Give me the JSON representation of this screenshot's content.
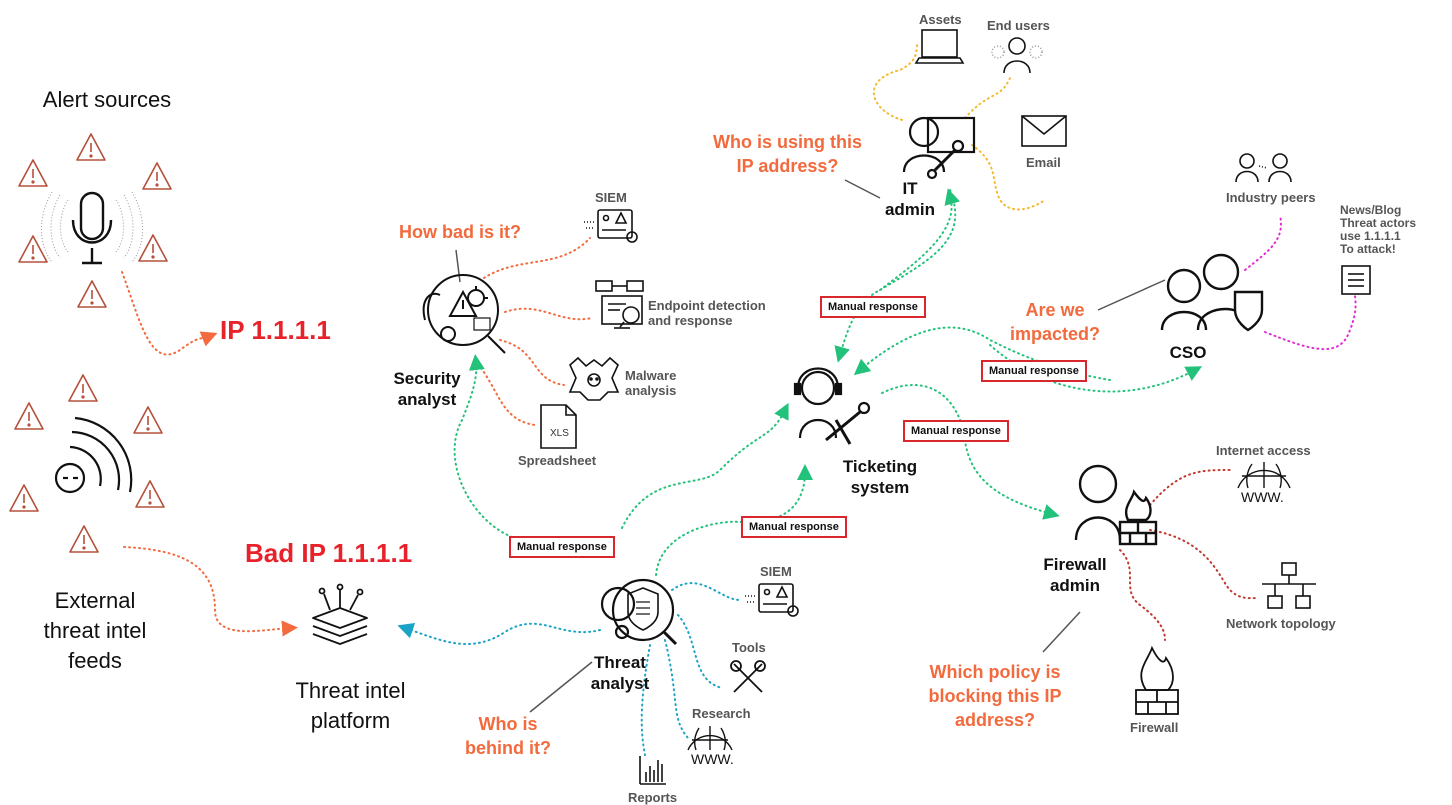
{
  "alert_sources": "Alert sources",
  "external_feeds": "External\nthreat intel\nfeeds",
  "ip_label": "IP 1.1.1.1",
  "bad_ip_label": "Bad IP 1.1.1.1",
  "tip_label": "Threat intel\nplatform",
  "security_analyst": "Security\nanalyst",
  "how_bad": "How bad is it?",
  "siem_top": "SIEM",
  "edr": "Endpoint detection\nand response",
  "malware": "Malware\nanalysis",
  "spreadsheet": "Spreadsheet",
  "xls": "XLS",
  "it_admin": "IT\nadmin",
  "who_using": "Who is using this\nIP address?",
  "assets": "Assets",
  "end_users": "End users",
  "email": "Email",
  "ticketing": "Ticketing\nsystem",
  "manual_response": "Manual response",
  "cso": "CSO",
  "impacted": "Are we\nimpacted?",
  "industry_peers": "Industry peers",
  "news": "News/Blog\nThreat actors\nuse 1.1.1.1\nTo attack!",
  "firewall_admin": "Firewall\nadmin",
  "which_policy": "Which policy is\nblocking this IP\naddress?",
  "internet_access": "Internet access",
  "www": "WWW.",
  "network_topology": "Network topology",
  "firewall": "Firewall",
  "threat_analyst": "Threat\nanalyst",
  "who_behind": "Who is\nbehind it?",
  "siem_bottom": "SIEM",
  "tools": "Tools",
  "research": "Research",
  "reports": "Reports",
  "colors": {
    "question": "#f26a3d",
    "ip": "#e8222a",
    "manual_border": "#d9272e",
    "green_path": "#22c27a",
    "orange_path": "#f26a3d",
    "blue_path": "#1aa3c4",
    "yellow_path": "#f5b82e",
    "magenta_path": "#e32bd4",
    "warning": "#b5503a"
  }
}
